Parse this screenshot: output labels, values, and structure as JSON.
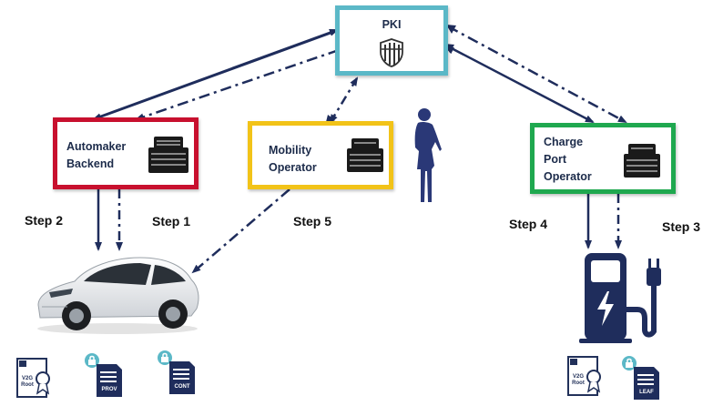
{
  "colors": {
    "navy": "#1f2d5c",
    "pki_border": "#5bb8c7",
    "automaker_border": "#c8102e",
    "mobility_border": "#f2c318",
    "charge_border": "#1fa84f"
  },
  "nodes": {
    "pki": {
      "label": "PKI",
      "icon": "shield-icon"
    },
    "automaker": {
      "label": "Automaker\nBackend",
      "icon": "server-rack-icon"
    },
    "mobility": {
      "label": "Mobility\nOperator",
      "icon": "server-rack-icon"
    },
    "charge": {
      "label": "Charge\nPort\nOperator",
      "icon": "server-rack-icon"
    }
  },
  "steps": {
    "step1": "Step 1",
    "step2": "Step 2",
    "step3": "Step 3",
    "step4": "Step 4",
    "step5": "Step 5"
  },
  "certificates": {
    "car_root": "V2G\nRoot",
    "prov": "PROV",
    "cont": "CONT",
    "charger_root": "V2G\nRoot",
    "leaf": "LEAF"
  },
  "figures": {
    "car": "electric-car-icon",
    "charger": "charging-station-icon",
    "person": "person-silhouette-icon"
  }
}
